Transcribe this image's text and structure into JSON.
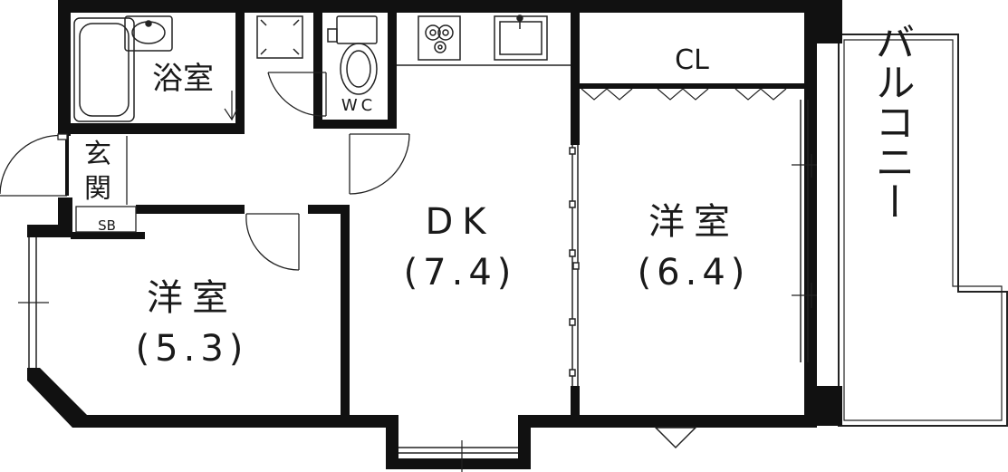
{
  "rooms": {
    "bath": {
      "label": "浴室"
    },
    "wc": {
      "label": "WC"
    },
    "entrance": {
      "label_top": "玄",
      "label_bottom": "関"
    },
    "shoe_box": {
      "label": "SB"
    },
    "closet": {
      "label": "CL"
    },
    "western_left": {
      "label": "洋室",
      "area": "(5.3)"
    },
    "dk": {
      "label": "DK",
      "area": "(7.4)"
    },
    "western_right": {
      "label": "洋室",
      "area": "(6.4)"
    },
    "balcony": {
      "label": "バルコニー"
    }
  },
  "colors": {
    "wall": "#111111",
    "line": "#222222",
    "background": "#ffffff"
  }
}
